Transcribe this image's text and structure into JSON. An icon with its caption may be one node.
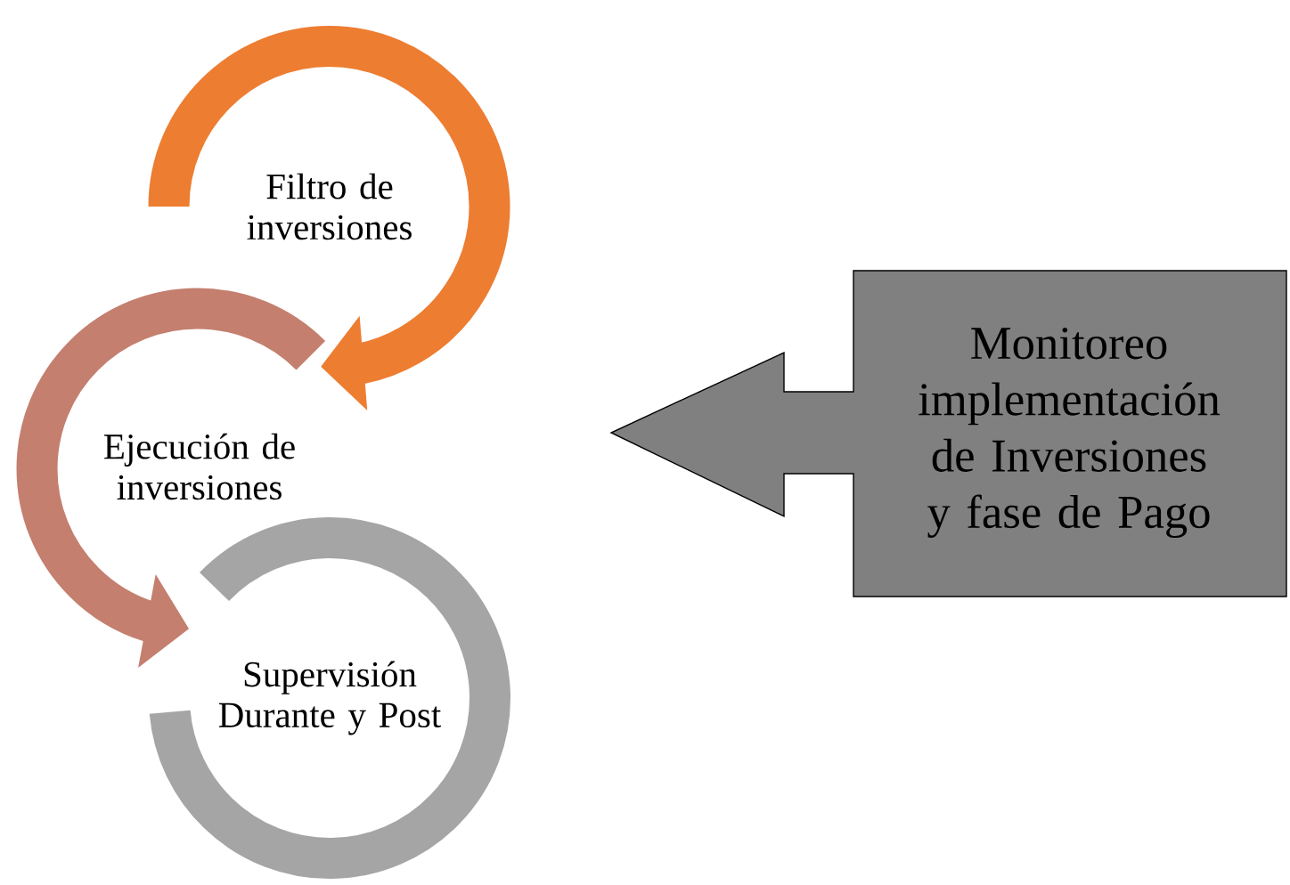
{
  "diagram": {
    "nodes": [
      {
        "text": [
          "Filtro de inversiones"
        ]
      },
      {
        "text": [
          "Ejecución de inversiones"
        ]
      },
      {
        "text": [
          "Supervisión Durante y Post"
        ]
      },
      {
        "text": [
          "Monitoreo implementación de Inversiones y fase de Pago"
        ]
      }
    ],
    "edges": [
      {
        "from": 0,
        "to": 1,
        "arrow": "to",
        "color": "#ed7d31"
      },
      {
        "from": 1,
        "to": 2,
        "arrow": "to",
        "color": "#c47f6f"
      }
    ]
  }
}
